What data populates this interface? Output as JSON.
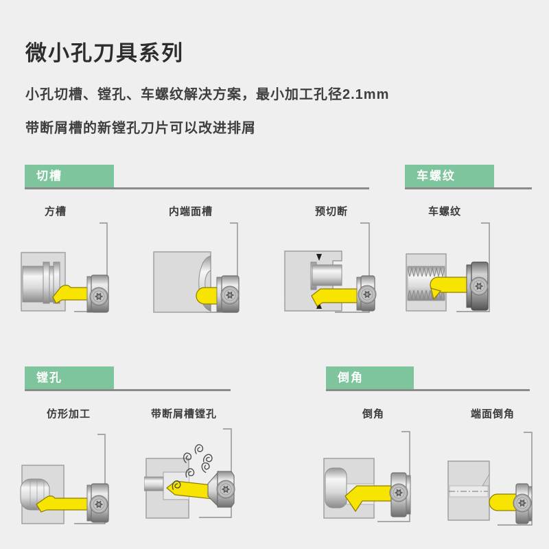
{
  "page": {
    "title": "微小孔刀具系列",
    "intro_line1": "小孔切槽、镗孔、车螺纹解决方案，最小加工孔径2.1mm",
    "intro_line2": "带断屑槽的新镗孔刀片可以改进排屑"
  },
  "colors": {
    "background": "#efefef",
    "section_tab_green": "#7ec49d",
    "section_tab_text": "#ffffff",
    "underline_gray": "#8a8a8a",
    "tool_insert_yellow": "#f7e400",
    "workpiece_gray": "#dbdbdb",
    "text_dark": "#3a3a3a"
  },
  "icons": {
    "screw": "torx-screw-icon",
    "chip": "chip-curl-icon"
  },
  "sections": [
    {
      "label": "切槽"
    },
    {
      "label": "车螺纹"
    },
    {
      "label": "镗孔"
    },
    {
      "label": "倒角"
    }
  ],
  "figures": [
    {
      "label": "方槽",
      "section": "切槽"
    },
    {
      "label": "内端面槽",
      "section": "切槽"
    },
    {
      "label": "预切断",
      "section": "切槽"
    },
    {
      "label": "车螺纹",
      "section": "车螺纹"
    },
    {
      "label": "仿形加工",
      "section": "镗孔"
    },
    {
      "label": "带断屑槽镗孔",
      "section": "镗孔"
    },
    {
      "label": "倒角",
      "section": "倒角"
    },
    {
      "label": "端面倒角",
      "section": "倒角"
    }
  ]
}
